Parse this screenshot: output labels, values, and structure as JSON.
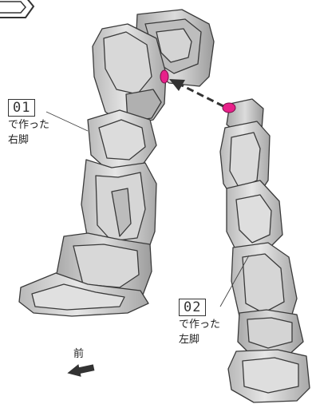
{
  "step": {
    "label": ""
  },
  "parts": [
    {
      "number": "01",
      "line1": "で作った",
      "line2": "右脚"
    },
    {
      "number": "02",
      "line1": "で作った",
      "line2": "左脚"
    }
  ],
  "direction": {
    "label": "前"
  },
  "colors": {
    "armor": "#c9c9c9",
    "armor_shadow": "#9a9a9a",
    "outline": "#3a3a3a",
    "joint_accent": "#e8218a",
    "arrow": "#333333"
  },
  "icons": [
    "assembly-arrow-icon",
    "front-direction-arrow-icon"
  ]
}
